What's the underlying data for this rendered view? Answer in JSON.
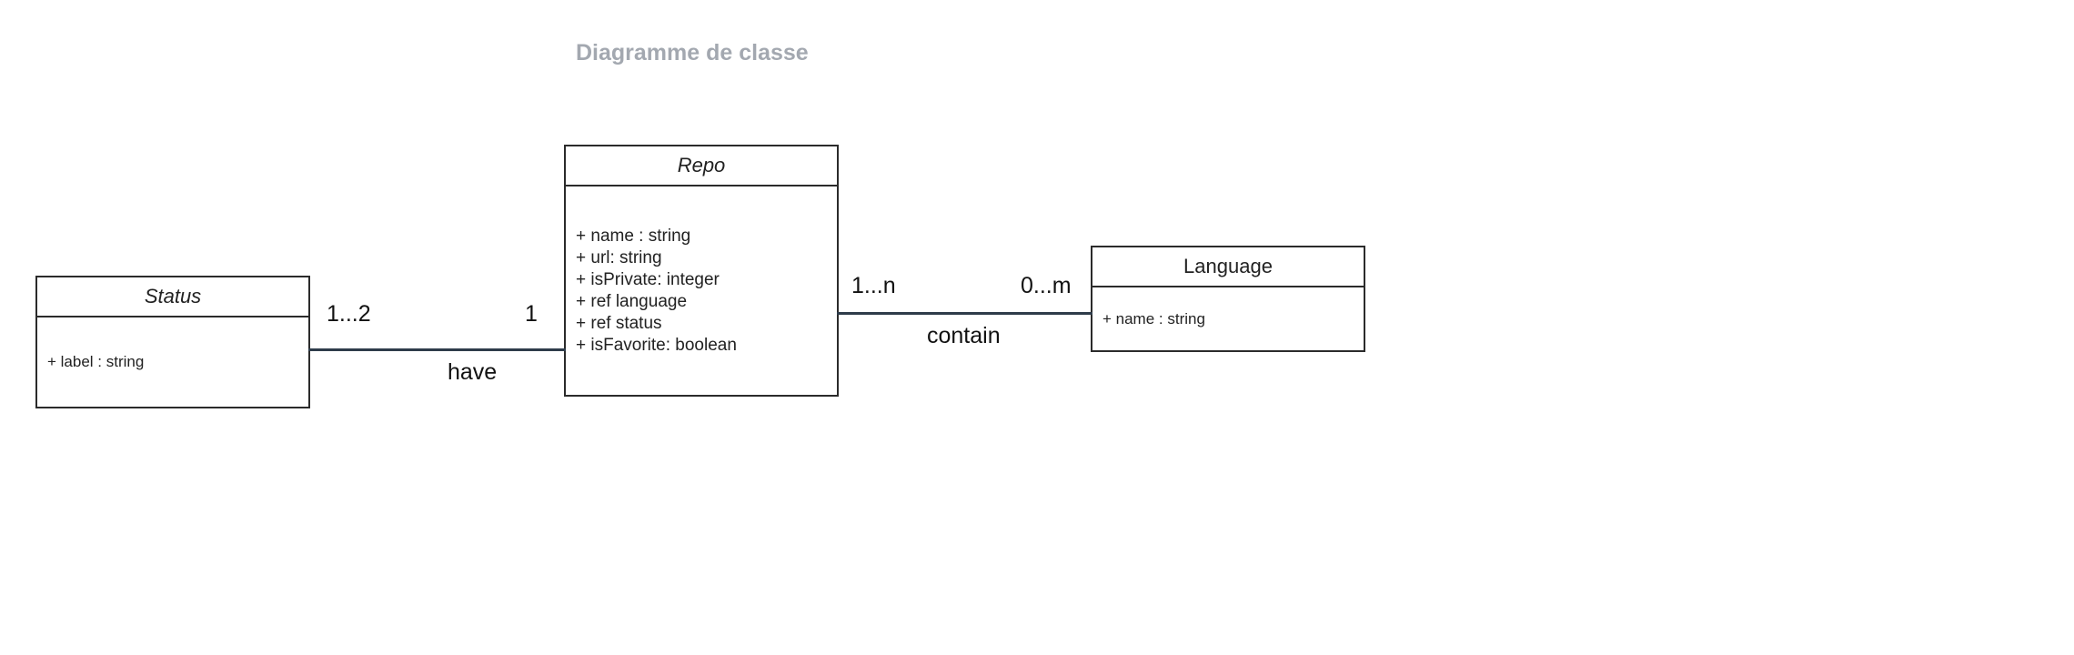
{
  "diagram": {
    "title": "Diagramme de classe",
    "classes": {
      "status": {
        "name": "Status",
        "attributes": [
          "+ label : string"
        ]
      },
      "repo": {
        "name": "Repo",
        "attributes": [
          "+ name : string",
          "+ url: string",
          "+ isPrivate: integer",
          "+ ref language",
          "+ ref status",
          "+ isFavorite: boolean"
        ]
      },
      "language": {
        "name": "Language",
        "attributes": [
          "+ name : string"
        ]
      }
    },
    "associations": [
      {
        "label": "have",
        "source_multiplicity": "1...2",
        "target_multiplicity": "1"
      },
      {
        "label": "contain",
        "source_multiplicity": "1...n",
        "target_multiplicity": "0...m"
      }
    ]
  }
}
